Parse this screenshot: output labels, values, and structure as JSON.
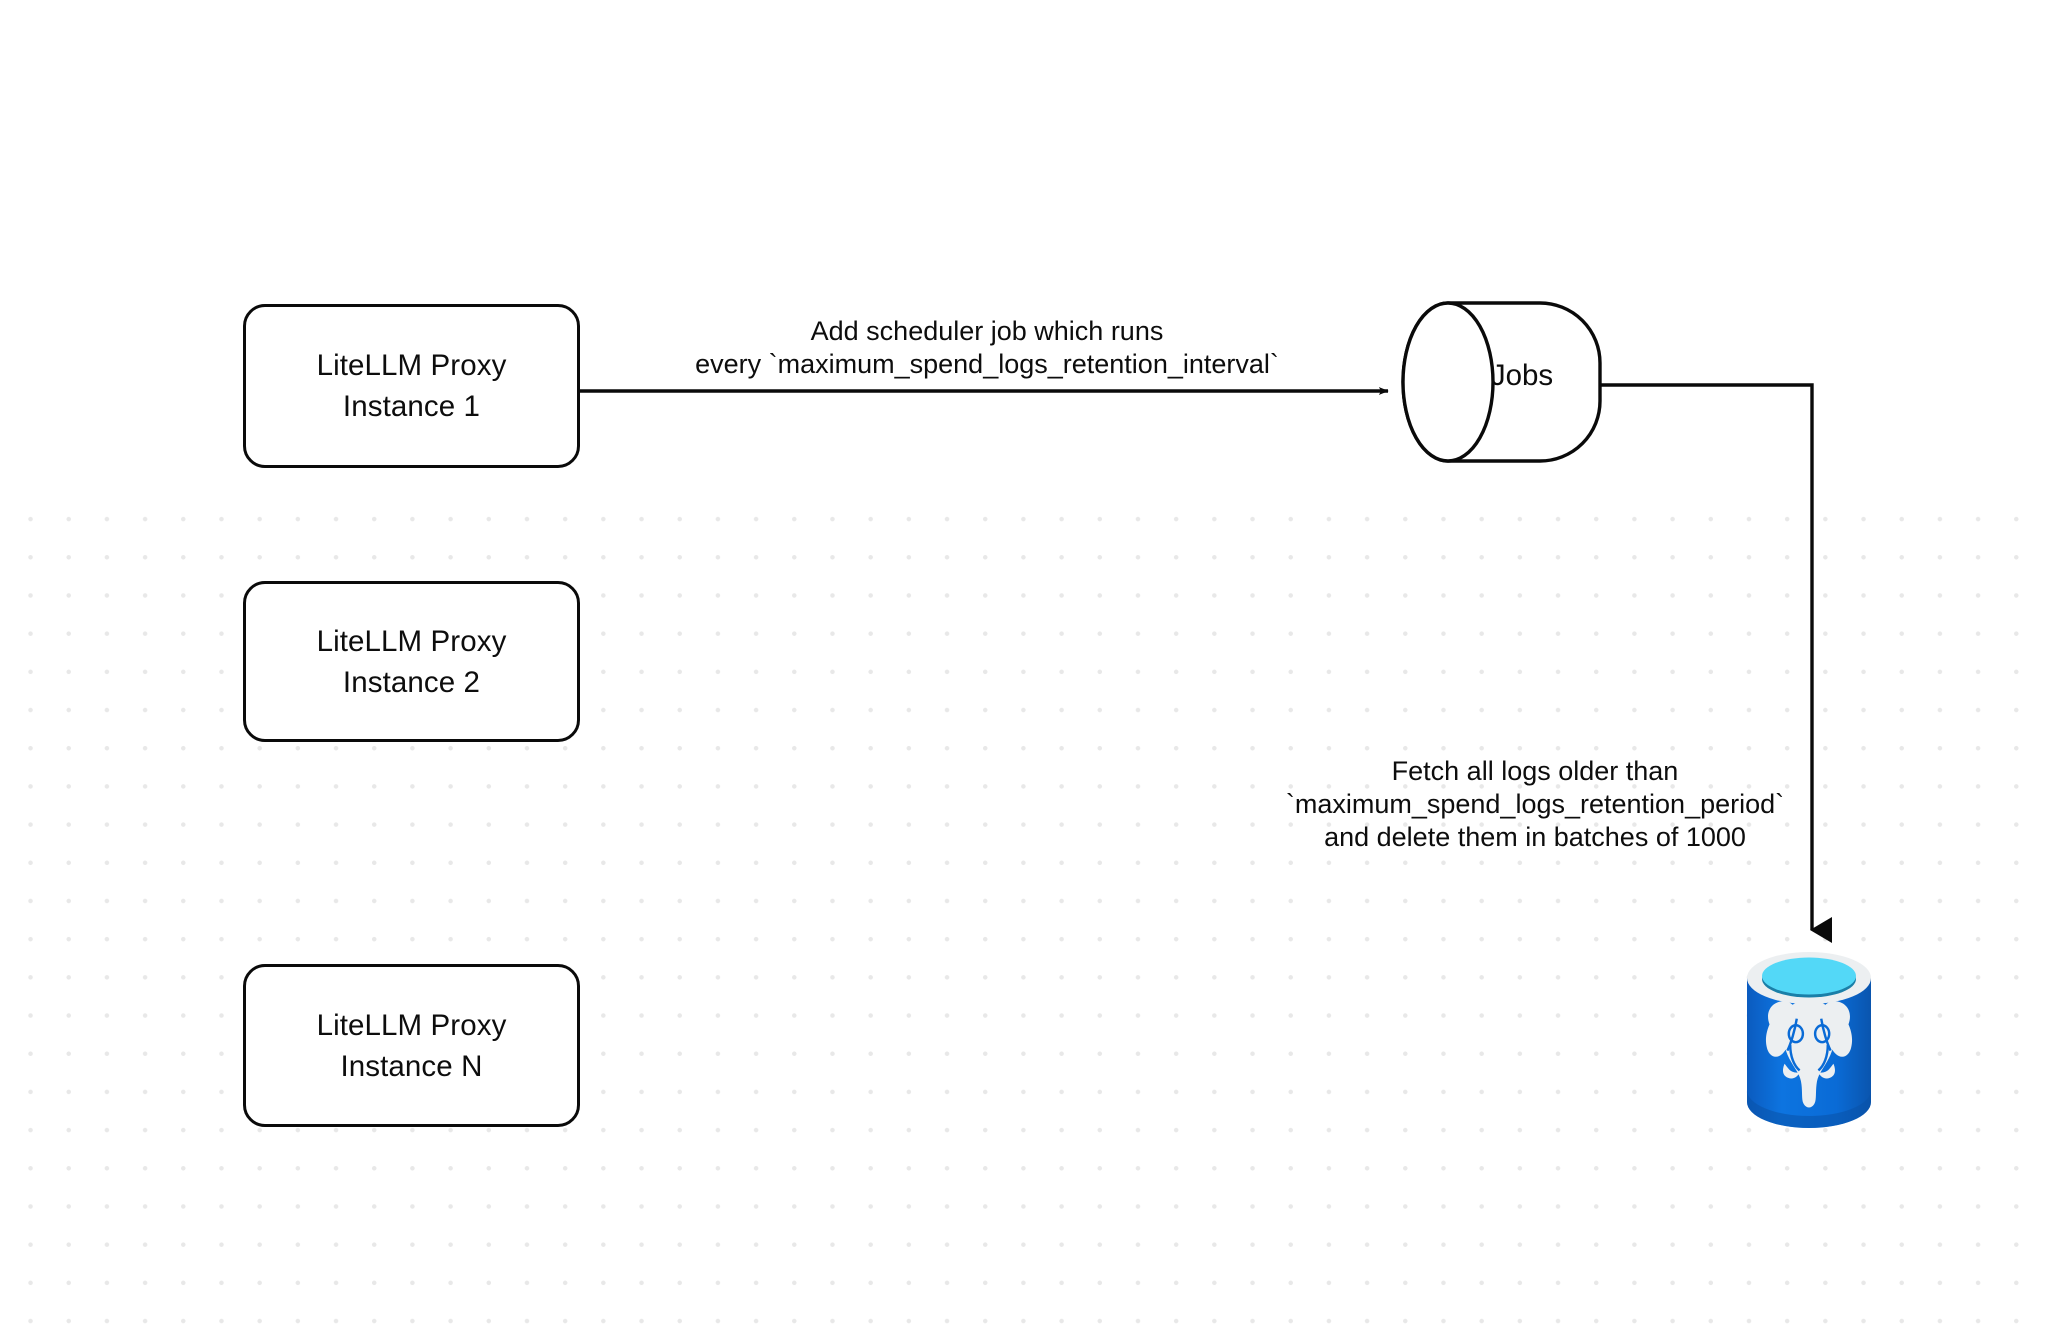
{
  "diagram": {
    "title": "LiteLLM spend logs retention scheduler flow",
    "background_color": "#ffffff",
    "grid_dot_color": "#e8e8e8",
    "stroke_color": "#0a0a0a",
    "text_color": "#0d0d0d",
    "nodes": [
      {
        "id": "proxy-1",
        "type": "rounded-rect",
        "label": "LiteLLM Proxy\nInstance 1"
      },
      {
        "id": "proxy-2",
        "type": "rounded-rect",
        "label": "LiteLLM Proxy\nInstance 2"
      },
      {
        "id": "proxy-3",
        "type": "rounded-rect",
        "label": "LiteLLM Proxy\nInstance N"
      },
      {
        "id": "jobs",
        "type": "cylinder",
        "label": "Jobs"
      },
      {
        "id": "postgres",
        "type": "database-icon",
        "label": "",
        "icon": "postgresql-database-icon",
        "colors": {
          "body": "#0a6bd6",
          "body_dark": "#0b5bbf",
          "rim": "#eceff1",
          "liquid_light": "#53d8f7",
          "liquid_dark": "#1a7fa8",
          "elephant": "#eceff1"
        }
      }
    ],
    "edges": [
      {
        "id": "edge-proxy1-jobs",
        "from": "proxy-1",
        "to": "jobs",
        "label_lines": [
          "Add scheduler job which runs",
          "every `maximum_spend_logs_retention_interval`"
        ]
      },
      {
        "id": "edge-jobs-postgres",
        "from": "jobs",
        "to": "postgres",
        "label_lines": [
          "Fetch all logs older than",
          "`maximum_spend_logs_retention_period`",
          "and delete them in batches of 1000"
        ]
      }
    ]
  }
}
